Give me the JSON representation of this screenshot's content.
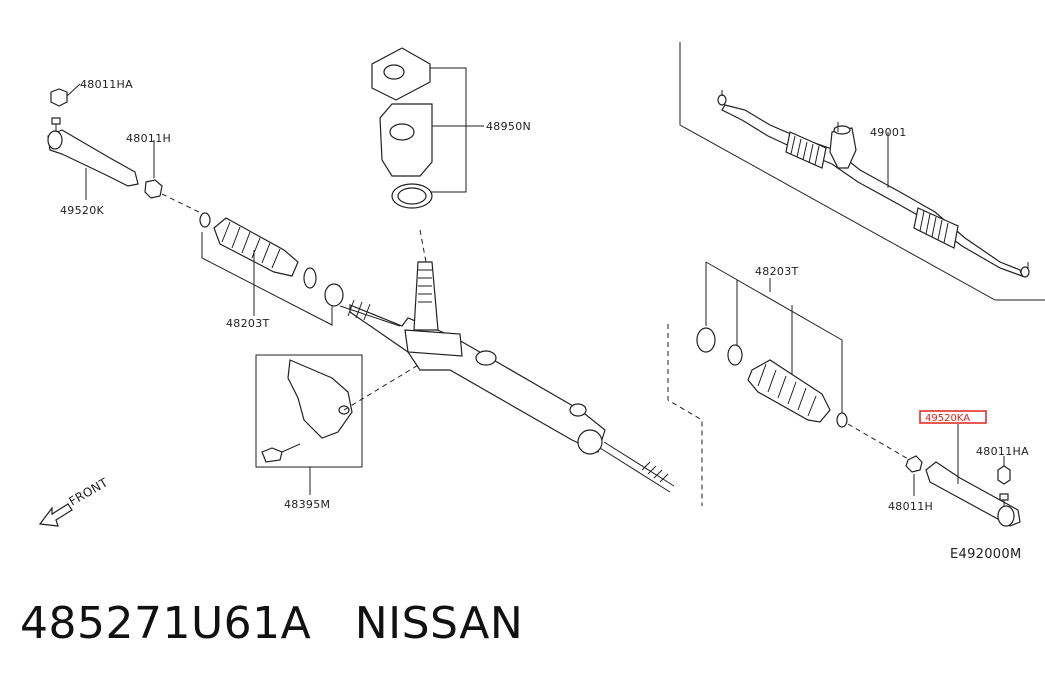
{
  "labels": {
    "p_48011HA_left": "48011HA",
    "p_48011H_left": "48011H",
    "p_49520K": "49520K",
    "p_48203T_left": "48203T",
    "p_48950N": "48950N",
    "p_48395M": "48395M",
    "p_49001": "49001",
    "p_48203T_right": "48203T",
    "p_49520KA": "49520KA",
    "p_48011HA_right": "48011HA",
    "p_48011H_right": "48011H",
    "front": "FRONT",
    "diagram_code": "E492000M"
  },
  "highlight_color": "#e0221b",
  "caption": {
    "part_number": "485271U61A",
    "brand": "NISSAN"
  }
}
